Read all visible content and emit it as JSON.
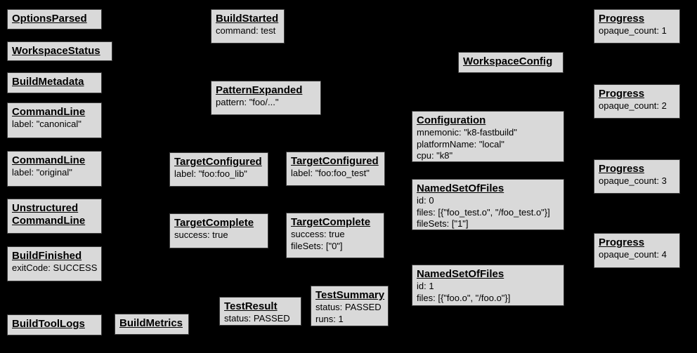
{
  "diagram": {
    "colors": {
      "background": "#000000",
      "node_fill": "#d9d9d9",
      "node_border": "#3d3d3d",
      "node_text": "#000000"
    },
    "boxes": [
      {
        "title": "OptionsParsed",
        "lines": []
      },
      {
        "title": "WorkspaceStatus",
        "lines": []
      },
      {
        "title": "BuildMetadata",
        "lines": []
      },
      {
        "title": "CommandLine",
        "lines": [
          "label: \"canonical\""
        ]
      },
      {
        "title": "CommandLine",
        "lines": [
          "label: \"original\""
        ]
      },
      {
        "title": "Unstructured\nCommandLine",
        "lines": []
      },
      {
        "title": "BuildFinished",
        "lines": [
          "exitCode: SUCCESS"
        ]
      },
      {
        "title": "BuildToolLogs",
        "lines": []
      },
      {
        "title": "BuildMetrics",
        "lines": []
      },
      {
        "title": "BuildStarted",
        "lines": [
          "command: test"
        ]
      },
      {
        "title": "PatternExpanded",
        "lines": [
          "pattern: \"foo/...\""
        ]
      },
      {
        "title": "TargetConfigured",
        "lines": [
          "label: \"foo:foo_lib\""
        ]
      },
      {
        "title": "TargetConfigured",
        "lines": [
          "label: \"foo:foo_test\""
        ]
      },
      {
        "title": "TargetComplete",
        "lines": [
          "success: true"
        ]
      },
      {
        "title": "TargetComplete",
        "lines": [
          "success: true",
          "fileSets: [\"0\"]"
        ]
      },
      {
        "title": "TestResult",
        "lines": [
          "status: PASSED"
        ]
      },
      {
        "title": "TestSummary",
        "lines": [
          "status: PASSED",
          "runs: 1"
        ]
      },
      {
        "title": "WorkspaceConfig",
        "lines": []
      },
      {
        "title": "Configuration",
        "lines": [
          "mnemonic: \"k8-fastbuild\"",
          "platformName: \"local\"",
          "cpu: \"k8\""
        ]
      },
      {
        "title": "NamedSetOfFiles",
        "lines": [
          "id: 0",
          "files: [{\"foo_test.o\", \"/foo_test.o\"}]",
          "fileSets: [\"1\"]"
        ]
      },
      {
        "title": "NamedSetOfFiles",
        "lines": [
          "id: 1",
          "files: [{\"foo.o\", \"/foo.o\"}]"
        ]
      },
      {
        "title": "Progress",
        "lines": [
          "opaque_count: 1"
        ]
      },
      {
        "title": "Progress",
        "lines": [
          "opaque_count: 2"
        ]
      },
      {
        "title": "Progress",
        "lines": [
          "opaque_count: 3"
        ]
      },
      {
        "title": "Progress",
        "lines": [
          "opaque_count: 4"
        ]
      }
    ]
  }
}
